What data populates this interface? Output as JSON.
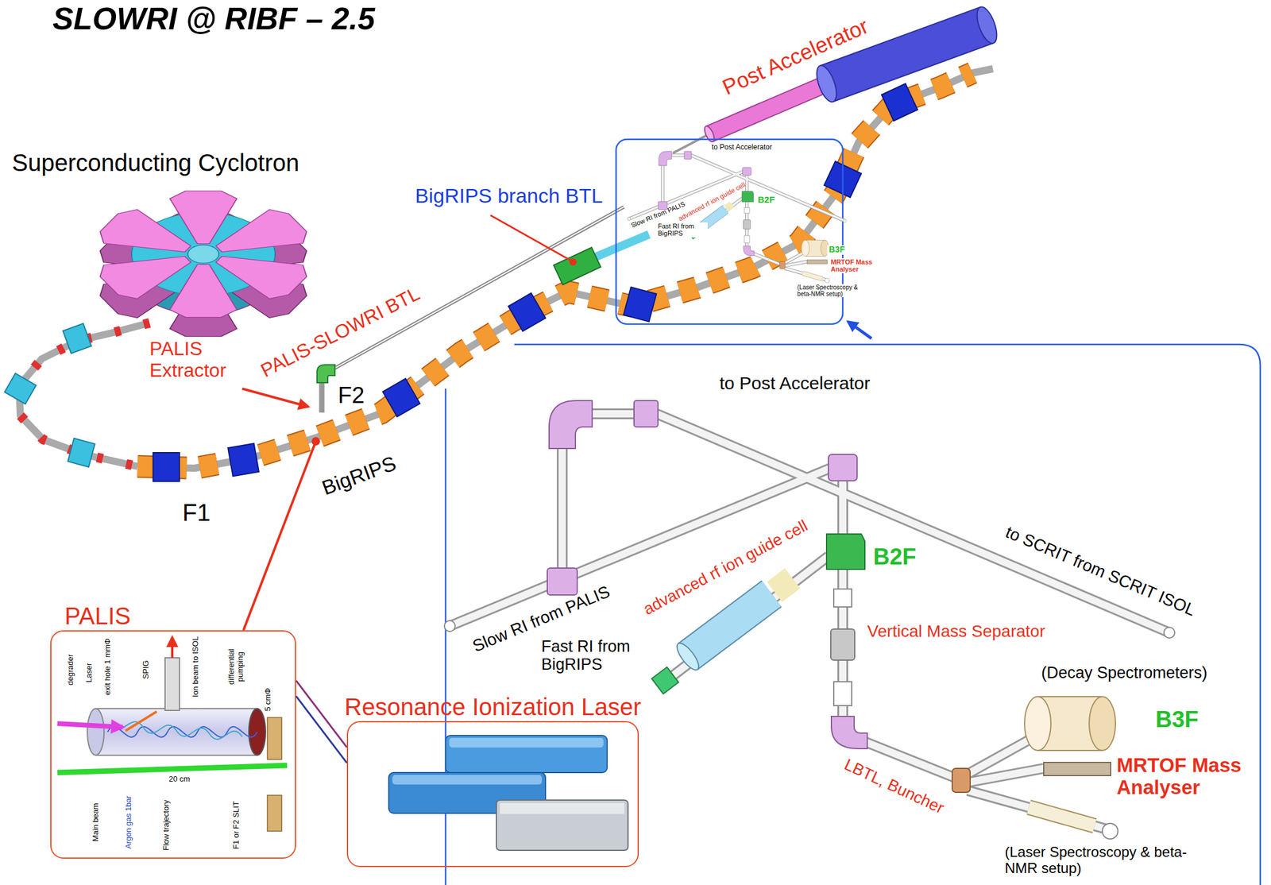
{
  "diagram": {
    "title": "SLOWRI @ RIBF – 2.5",
    "nodes": [
      {
        "text": [
          "PALIS"
        ]
      },
      {
        "text": [
          "Resonance Ionization Laser"
        ]
      }
    ],
    "edges": [
      {
        "from": 1,
        "to": 0,
        "arrow": "none"
      },
      {
        "from": 1,
        "to": 0,
        "arrow": "none"
      }
    ],
    "labels": [
      "Superconducting Cyclotron",
      "Post Accelerator",
      "BigRIPS branch BTL",
      "PALIS-SLOWRI BTL",
      "PALIS Extractor",
      "F2",
      "BigRIPS",
      "F1",
      "to Post Accelerator",
      "Slow RI from PALIS",
      "advanced rf ion guide cell",
      "Fast RI from BigRIPS",
      "B2F",
      "to SCRIT from SCRIT ISOL",
      "Vertical Mass Separator",
      "(Decay Spectrometers)",
      "B3F",
      "MRTOF Mass Analyser",
      "LBTL, Buncher",
      "(Laser Spectroscopy & beta-NMR setup)",
      "degrader",
      "Laser",
      "exit hole 1 mmΦ",
      "SPIG",
      "Ion beam to ISOL",
      "differential pumping",
      "20 cm",
      "5 cmΦ",
      "Main beam",
      "Argon gas 1bar",
      "Flow trajectory",
      "F1 or F2 SLIT",
      "to Post Accelerator",
      "advanced rf ion guide cell",
      "B2F",
      "Fast RI from BigRIPS",
      "B3F",
      "MRTOF Mass Analyser",
      "(Laser Spectroscopy & beta-NMR setup)",
      "Slow RI from PALIS"
    ]
  }
}
